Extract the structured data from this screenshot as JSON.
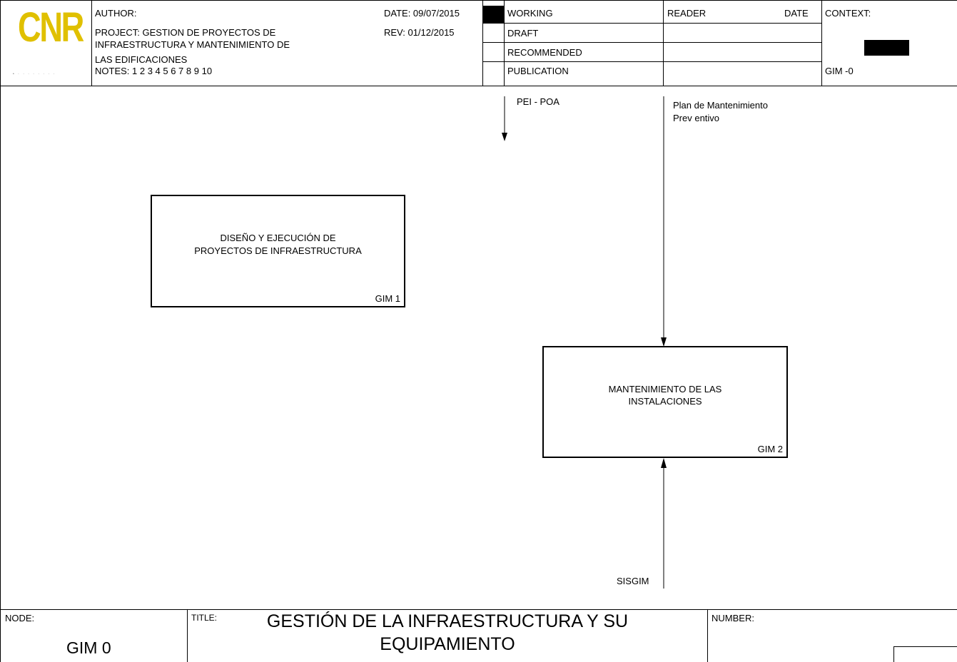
{
  "header": {
    "logo": "CNR",
    "author_label": "AUTHOR:",
    "project_line1": "PROJECT:  GESTION DE PROYECTOS DE",
    "project_line2": "INFRAESTRUCTURA Y MANTENIMIENTO DE",
    "project_line3": "LAS EDIFICACIONES",
    "notes": "NOTES:  1  2  3  4  5  6  7  8  9  10",
    "date": "DATE:  09/07/2015",
    "rev": "REV:   01/12/2015",
    "status": [
      "WORKING",
      "DRAFT",
      "RECOMMENDED",
      "PUBLICATION"
    ],
    "reader_label": "READER",
    "reader_date_label": "DATE",
    "context_label": "CONTEXT:",
    "context_code": "GIM -0"
  },
  "diagram": {
    "boxes": [
      {
        "label_line1": "DISEÑO Y EJECUCIÓN DE",
        "label_line2": "PROYECTOS DE INFRAESTRUCTURA",
        "number": "GIM 1"
      },
      {
        "label_line1": "MANTENIMIENTO  DE LAS",
        "label_line2": "INSTALACIONES",
        "number": "GIM 2"
      }
    ],
    "arrows": {
      "control1": "PEI - POA",
      "control2_line1": "Plan de Mantenimiento",
      "control2_line2": "Prev entivo",
      "mechanism": "SISGIM"
    }
  },
  "footer": {
    "node_label": "NODE:",
    "node_value": "GIM 0",
    "title_label": "TITLE:",
    "title_line1": "GESTIÓN DE LA  INFRAESTRUCTURA Y SU",
    "title_line2": "EQUIPAMIENTO",
    "number_label": "NUMBER:"
  }
}
